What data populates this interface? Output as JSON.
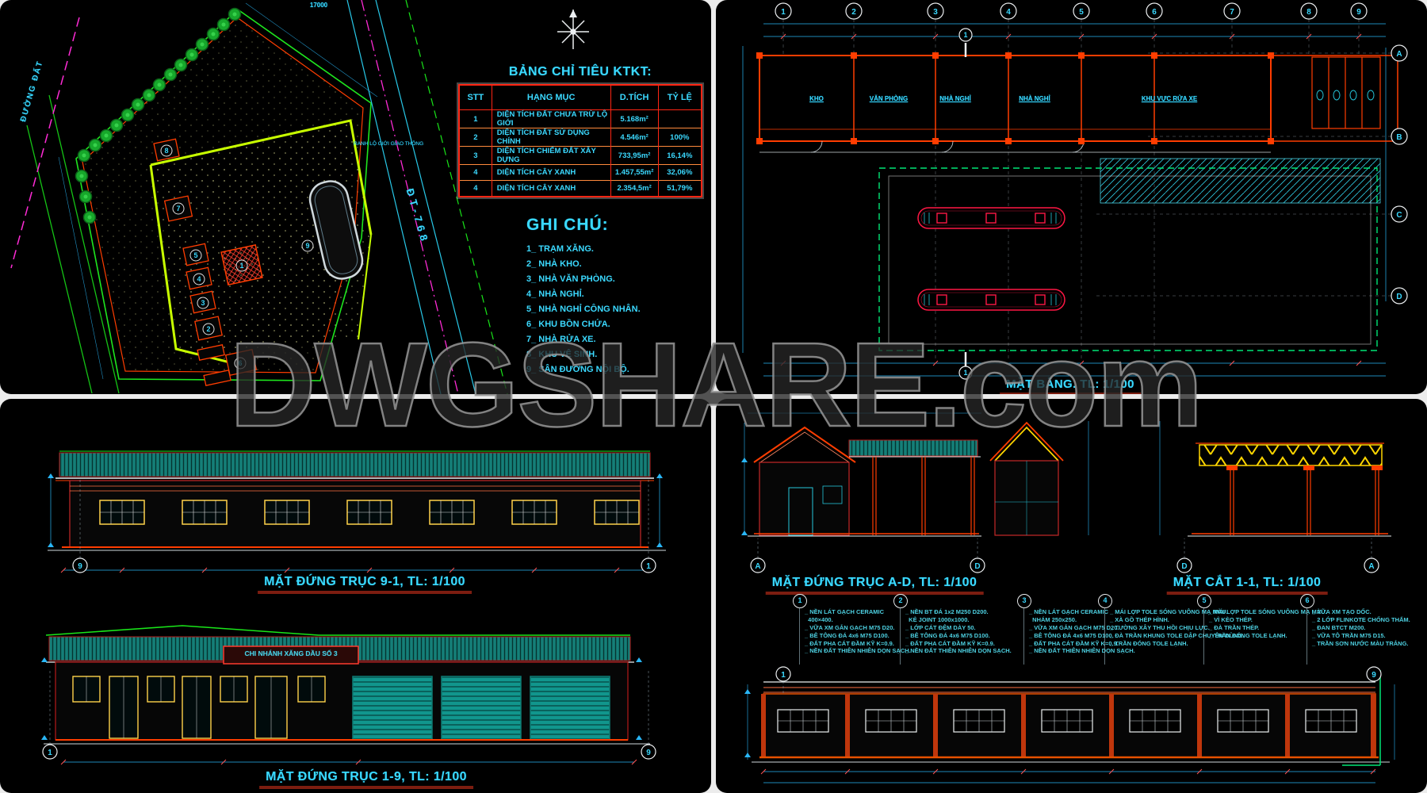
{
  "watermark": "DWGSHARE.com",
  "colors": {
    "cyan": "#3bd9ff",
    "red": "#ff2513",
    "orange": "#ff8a3c",
    "green": "#1ee61e",
    "chartreuse": "#c8ff00",
    "teal": "#157f78",
    "yellow": "#ffd600",
    "magenta": "#ff2bd6"
  },
  "site": {
    "road_left": "ĐƯỜNG ĐẤT",
    "road_right": "ĐT-768",
    "boundary_note": "RANH LỘ GIỚI GIAO THÔNG",
    "dim_top": "17000",
    "building_keys": [
      "8",
      "7",
      "5",
      "4",
      "3",
      "2",
      "1",
      "6",
      "9"
    ],
    "kpi": {
      "title": "BẢNG CHỈ TIÊU KTKT:",
      "headers": [
        "STT",
        "HẠNG MỤC",
        "D.TÍCH",
        "TỶ LỆ"
      ],
      "rows": [
        {
          "stt": "1",
          "item": "DIỆN TÍCH ĐẤT CHƯA TRỪ LỘ GIỚI",
          "area": "5.168m²",
          "ratio": ""
        },
        {
          "stt": "2",
          "item": "DIỆN TÍCH ĐẤT SỬ DỤNG CHÍNH",
          "area": "4.546m²",
          "ratio": "100%"
        },
        {
          "stt": "3",
          "item": "DIỆN TÍCH CHIẾM ĐẤT XÂY DỰNG",
          "area": "733,95m²",
          "ratio": "16,14%"
        },
        {
          "stt": "4",
          "item": "DIỆN TÍCH CÂY XANH",
          "area": "1.457,55m²",
          "ratio": "32,06%"
        },
        {
          "stt": "4",
          "item": "DIỆN TÍCH CÂY XANH",
          "area": "2.354,5m²",
          "ratio": "51,79%"
        }
      ]
    },
    "legend": {
      "title": "GHI CHÚ:",
      "items": [
        "1_ TRẠM XĂNG.",
        "2_ NHÀ KHO.",
        "3_ NHÀ VĂN PHÒNG.",
        "4_ NHÀ NGHỈ.",
        "5_ NHÀ NGHỈ CÔNG NHÂN.",
        "6_ KHU BỒN CHỨA.",
        "7_ NHÀ RỬA XE.",
        "8_ KHU VỆ SINH.",
        "9_ SÂN ĐƯỜNG NỘI BỘ."
      ]
    }
  },
  "plan": {
    "title": "MẶT BẰNG. TL: 1/100",
    "grid_cols": [
      "1",
      "2",
      "3",
      "4",
      "5",
      "6",
      "7",
      "8",
      "9"
    ],
    "grid_rows": [
      "A",
      "B",
      "C",
      "D"
    ],
    "rooms": [
      "KHO",
      "VĂN PHÒNG",
      "NHÀ NGHỈ",
      "NHÀ NGHỈ",
      "KHU VỰC RỬA XE"
    ],
    "section_mark": "1"
  },
  "elev91": {
    "title": "MẶT ĐỨNG TRỤC 9-1, TL: 1/100",
    "bubble_left": "9",
    "bubble_right": "1"
  },
  "elev19": {
    "title": "MẶT ĐỨNG TRỤC 1-9, TL: 1/100",
    "bubble_left": "1",
    "bubble_right": "9",
    "sign": "CHI NHÁNH XĂNG DẦU SỐ 3"
  },
  "elevAD": {
    "title": "MẶT ĐỨNG TRỤC A-D, TL: 1/100",
    "bubble_left": "A",
    "bubble_right": "D"
  },
  "sect11": {
    "title": "MẶT CẮT 1-1, TL: 1/100",
    "bubble_left": "D",
    "bubble_right": "A"
  },
  "rear_elev": {
    "bubble_left": "1",
    "bubble_right": "9"
  },
  "spec_notes": [
    {
      "no": "1",
      "lines": [
        "_ NỀN LÁT GẠCH CERAMIC",
        "  400×400.",
        "_ VỮA XM GẮN GẠCH M75 D20.",
        "_ BÊ TÔNG ĐÁ 4x6 M75 D100.",
        "_ ĐẤT PHA CÁT ĐẦM KỸ K=0.9.",
        "_ NỀN ĐẤT THIÊN NHIÊN DỌN SẠCH."
      ]
    },
    {
      "no": "2",
      "lines": [
        "_ NỀN BT ĐÁ 1x2 M250 D200.",
        "  KẺ JOINT 1000x1000.",
        "_ LỚP CÁT ĐỆM DÀY 50.",
        "_ BÊ TÔNG ĐÁ 4x6 M75 D100.",
        "_ ĐẤT PHA CÁT ĐẦM KỸ K=0.9.",
        "_ NỀN ĐẤT THIÊN NHIÊN DỌN SẠCH."
      ]
    },
    {
      "no": "3",
      "lines": [
        "_ NỀN LÁT GẠCH CERAMIC",
        "  NHÁM 250x250.",
        "_ VỮA XM GẮN GẠCH M75 D20.",
        "_ BÊ TÔNG ĐÁ 4x6 M75 D100.",
        "_ ĐẤT PHA CÁT ĐẦM KỸ K=0.9.",
        "_ NỀN ĐẤT THIÊN NHIÊN DỌN SẠCH."
      ]
    },
    {
      "no": "4",
      "lines": [
        "_ MÁI LỢP TOLE SÓNG VUÔNG MẠ MÀU.",
        "_ XÀ GỒ THÉP HÌNH.",
        "_ TƯỜNG XÂY THU HỒI CHỊU LỰC.",
        "_ ĐÀ TRẦN KHUNG TOLE DẬP CHUYÊN DÙNG.",
        "_ TRẦN ĐÓNG TOLE LẠNH."
      ]
    },
    {
      "no": "5",
      "lines": [
        "_ MÁI LỢP TOLE SÓNG VUÔNG MẠ MÀU.",
        "_ VÌ KÈO THÉP.",
        "_ ĐÀ TRẦN THÉP.",
        "_ TRẦN ĐÓNG TOLE LẠNH."
      ]
    },
    {
      "no": "6",
      "lines": [
        "_ VỮA XM TẠO DỐC.",
        "_ 2 LỚP FLINKOTE CHỐNG THẤM.",
        "_ ĐAN BTCT M200.",
        "_ VỮA TÔ TRẦN M75 D15.",
        "_ TRẦN SƠN NƯỚC MÀU TRẮNG."
      ]
    }
  ]
}
